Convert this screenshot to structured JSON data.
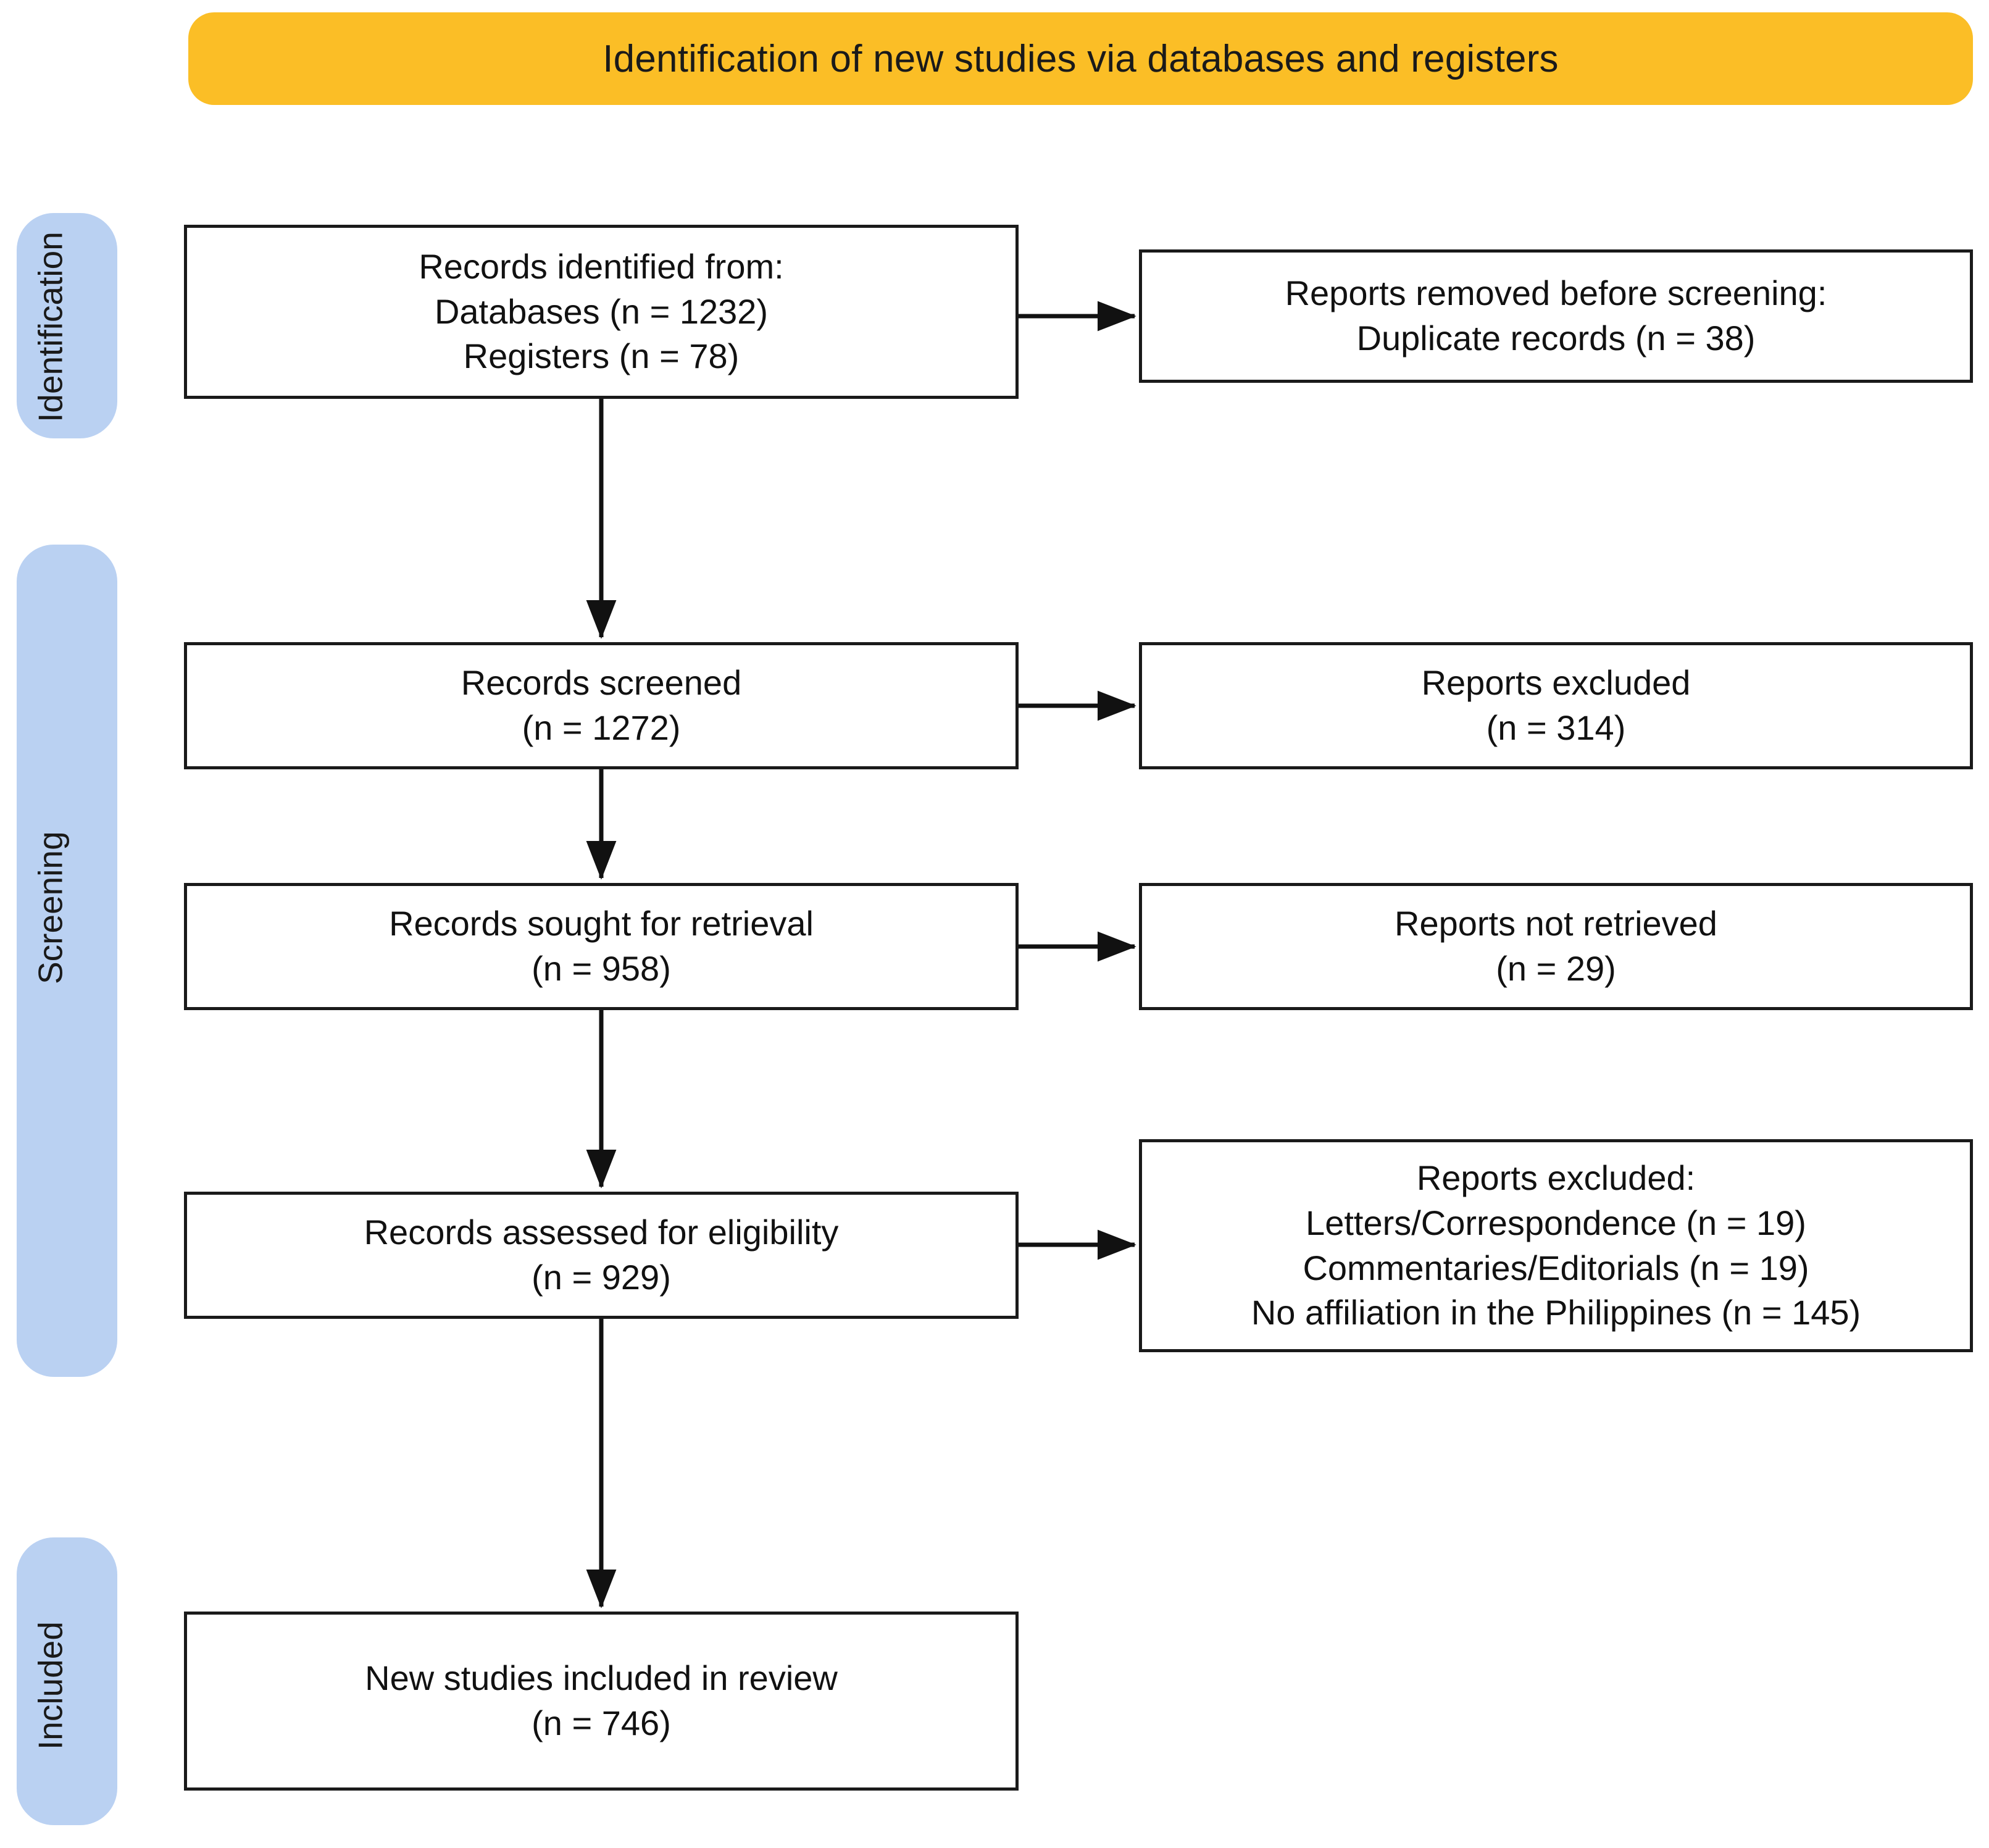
{
  "header": {
    "title": "Identification of new studies via databases and registers",
    "color": "#fbbe26"
  },
  "stages": [
    {
      "id": "identification",
      "label": "Identification",
      "color": "#bad1f2"
    },
    {
      "id": "screening",
      "label": "Screening",
      "color": "#bad1f2"
    },
    {
      "id": "included",
      "label": "Included",
      "color": "#bad1f2"
    }
  ],
  "boxes": {
    "identified": {
      "lines": [
        "Records identified from:",
        "Databases (n = 1232)",
        "Registers (n = 78)"
      ]
    },
    "removed": {
      "lines": [
        "Reports removed before screening:",
        "Duplicate records (n = 38)"
      ]
    },
    "screened": {
      "lines": [
        "Records screened",
        "(n = 1272)"
      ]
    },
    "excluded1": {
      "lines": [
        "Reports excluded",
        "(n = 314)"
      ]
    },
    "sought": {
      "lines": [
        "Records sought for retrieval",
        "(n = 958)"
      ]
    },
    "notretrieved": {
      "lines": [
        "Reports not retrieved",
        "(n = 29)"
      ]
    },
    "assessed": {
      "lines": [
        "Records assessed for eligibility",
        "(n = 929)"
      ]
    },
    "excluded2": {
      "lines": [
        "Reports excluded:",
        "Letters/Correspondence (n = 19)",
        "Commentaries/Editorials (n = 19)",
        "No affiliation in the Philippines (n = 145)"
      ]
    },
    "included": {
      "lines": [
        "New studies included in review",
        "(n = 746)"
      ]
    }
  },
  "chart_data": {
    "type": "diagram",
    "title": "Identification of new studies via databases and registers",
    "diagram_kind": "prisma-flow",
    "nodes": [
      {
        "id": "identified",
        "stage": "Identification",
        "column": "left",
        "label": "Records identified from:",
        "counts": {
          "Databases": 1232,
          "Registers": 78
        }
      },
      {
        "id": "removed",
        "stage": "Identification",
        "column": "right",
        "label": "Reports removed before screening:",
        "counts": {
          "Duplicate records": 38
        }
      },
      {
        "id": "screened",
        "stage": "Screening",
        "column": "left",
        "label": "Records screened",
        "n": 1272
      },
      {
        "id": "excluded1",
        "stage": "Screening",
        "column": "right",
        "label": "Reports excluded",
        "n": 314
      },
      {
        "id": "sought",
        "stage": "Screening",
        "column": "left",
        "label": "Records sought for retrieval",
        "n": 958
      },
      {
        "id": "notretrieved",
        "stage": "Screening",
        "column": "right",
        "label": "Reports not retrieved",
        "n": 29
      },
      {
        "id": "assessed",
        "stage": "Screening",
        "column": "left",
        "label": "Records assessed for eligibility",
        "n": 929
      },
      {
        "id": "excluded2",
        "stage": "Screening",
        "column": "right",
        "label": "Reports excluded:",
        "counts": {
          "Letters/Correspondence": 19,
          "Commentaries/Editorials": 19,
          "No affiliation in the Philippines": 145
        }
      },
      {
        "id": "included",
        "stage": "Included",
        "column": "left",
        "label": "New studies included in review",
        "n": 746
      }
    ],
    "edges": [
      {
        "from": "identified",
        "to": "removed",
        "direction": "right"
      },
      {
        "from": "identified",
        "to": "screened",
        "direction": "down"
      },
      {
        "from": "screened",
        "to": "excluded1",
        "direction": "right"
      },
      {
        "from": "screened",
        "to": "sought",
        "direction": "down"
      },
      {
        "from": "sought",
        "to": "notretrieved",
        "direction": "right"
      },
      {
        "from": "sought",
        "to": "assessed",
        "direction": "down"
      },
      {
        "from": "assessed",
        "to": "excluded2",
        "direction": "right"
      },
      {
        "from": "assessed",
        "to": "included",
        "direction": "down"
      }
    ]
  }
}
